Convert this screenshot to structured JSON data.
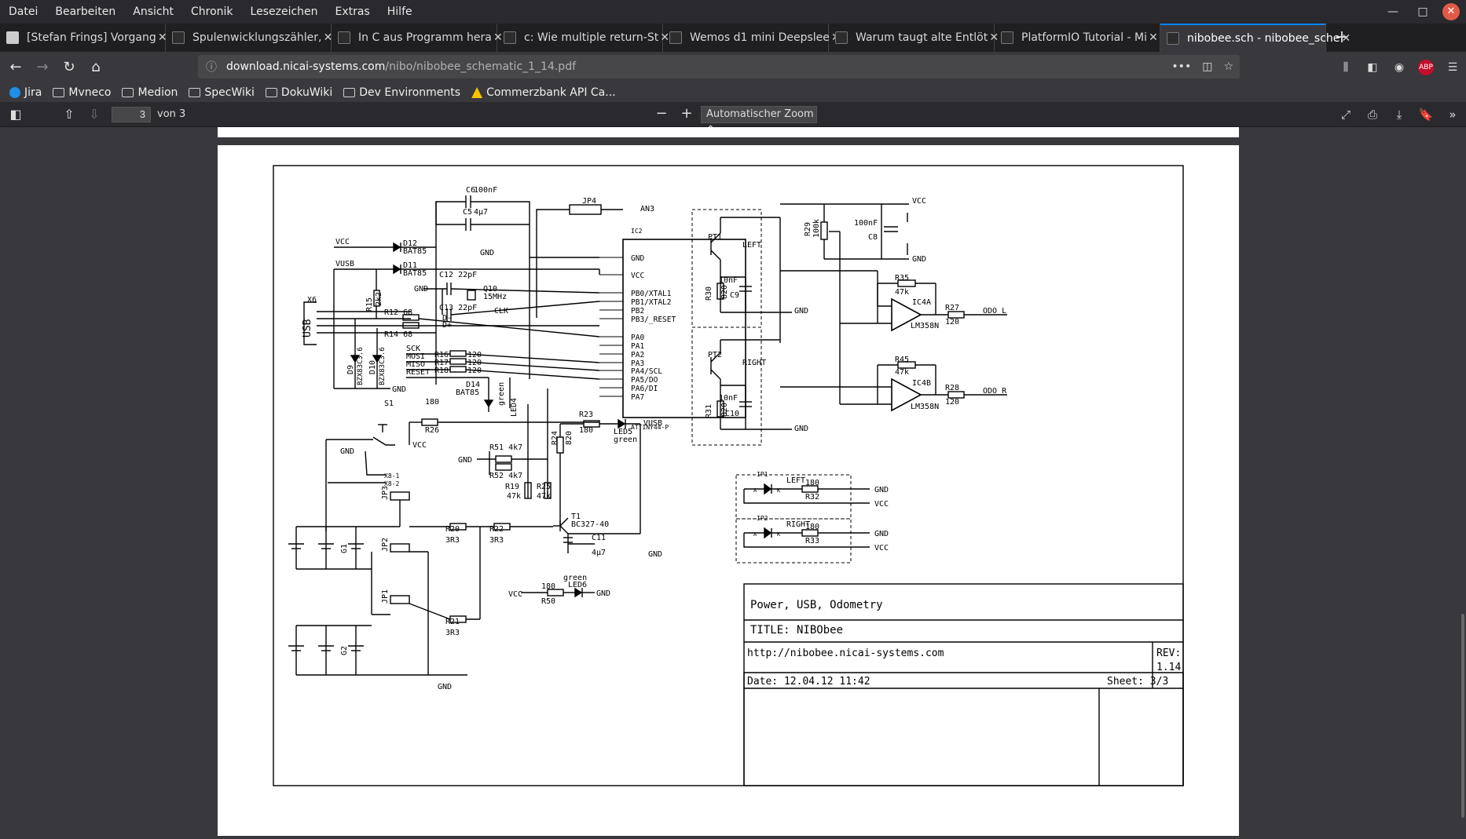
{
  "menubar": {
    "items": [
      "Datei",
      "Bearbeiten",
      "Ansicht",
      "Chronik",
      "Lesezeichen",
      "Extras",
      "Hilfe"
    ]
  },
  "tabs": [
    {
      "title": "[Stefan Frings] Vorgang",
      "fav": "light"
    },
    {
      "title": "Spulenwicklungszähler, ",
      "fav": "dark"
    },
    {
      "title": "In C aus Programm hera",
      "fav": "dark"
    },
    {
      "title": "c: Wie multiple return-St",
      "fav": "dark"
    },
    {
      "title": "Wemos d1 mini Deepslee",
      "fav": "dark"
    },
    {
      "title": "Warum taugt alte Entlöt",
      "fav": "dark"
    },
    {
      "title": "PlatformIO Tutorial - Mi",
      "fav": "dark"
    },
    {
      "title": "nibobee.sch - nibobee_sche",
      "fav": "dark",
      "active": true
    }
  ],
  "url": {
    "host": "download.nicai-systems.com",
    "path": "/nibo/nibobee_schematic_1_14.pdf"
  },
  "bookmarks": [
    "Jira",
    "Mvneco",
    "Medion",
    "SpecWiki",
    "DokuWiki",
    "Dev Environments",
    "Commerzbank API Ca..."
  ],
  "pdf": {
    "page": "3",
    "page_count": "von 3",
    "zoom": "Automatischer Zoom"
  },
  "schematic": {
    "title_block": {
      "description": "Power, USB, Odometry",
      "title": "TITLE: NIBObee",
      "url": "http://nibobee.nicai-systems.com",
      "rev_label": "REV:",
      "rev": "1.14",
      "date": "Date: 12.04.12 11:42",
      "sheet": "Sheet: 3/3"
    },
    "labels": {
      "vcc": "VCC",
      "vusb": "VUSB",
      "gnd": "GND",
      "an3": "AN3",
      "clk": "CLK",
      "odo_l": "ODO_L",
      "odo_r": "ODO_R",
      "left": "LEFT",
      "right": "RIGHT",
      "ic2": "IC2",
      "attiny": "ATTINY44-P",
      "usb": "USB",
      "x6": "X6",
      "d12": "D12",
      "d11": "D11",
      "bat85": "BAT85",
      "d14": "D14",
      "c6": "C6",
      "c6v": "100nF",
      "c5": "C5",
      "c5v": "4µ7",
      "c12": "C12 22pF",
      "c13": "C13 22pF",
      "q10": "Q10",
      "q10v": "15MHz",
      "jp4": "JP4",
      "r15": "R15",
      "r15v": "2k2",
      "r12": "R12 68",
      "r14": "R14 68",
      "dminus": "D-",
      "dplus": "D+",
      "sck": "SCK",
      "mosi": "MOSI",
      "miso": "MISO",
      "reset": "RESET",
      "r16": "R16",
      "r17": "R17",
      "r18": "R18",
      "v120": "120",
      "d9": "D9",
      "d10": "D10",
      "bzx": "BZX83C3.6",
      "green": "green",
      "led4": "LED4",
      "led5": "LED5",
      "led6": "LED6",
      "s1": "S1",
      "r26": "R26",
      "v180": "180",
      "r23": "R23",
      "x81": "X8-1",
      "x82": "X8-2",
      "r51": "R51 4k7",
      "r52": "R52 4k7",
      "r19": "R19",
      "r25": "R25",
      "v47k": "47k",
      "r24": "R24",
      "v820": "820",
      "t1": "T1",
      "bc327": "BC327-40",
      "c11": "C11",
      "c11v": "4µ7",
      "jp1": "JP1",
      "jp2": "JP2",
      "jp3": "JP3",
      "r20": "R20",
      "r21": "R21",
      "r22": "R22",
      "v3r3": "3R3",
      "g1": "G1",
      "g2": "G2",
      "r50": "R50",
      "pt1": "PT1",
      "pt2": "PT2",
      "r30": "R30",
      "r31": "R31",
      "c9": "C9",
      "c10": "C10",
      "v10nf": "10nF",
      "r29": "R29",
      "r29v": "100k",
      "c8": "C8",
      "c8v": "100nF",
      "r35": "R35",
      "r45": "R45",
      "r27": "R27",
      "r28": "R28",
      "ic4a": "IC4A",
      "ic4b": "IC4B",
      "lm358": "LM358N",
      "r32": "R32",
      "r33": "R33",
      "ip1": "IP1",
      "ip2": "IP2",
      "a": "A",
      "k": "K",
      "p_gnd": "GND",
      "p_vcc": "VCC",
      "p_pb0": "PB0/XTAL1",
      "p_pb1": "PB1/XTAL2",
      "p_pb2": "PB2",
      "p_pb3": "PB3/_RESET",
      "p_pa0": "PA0",
      "p_pa1": "PA1",
      "p_pa2": "PA2",
      "p_pa3": "PA3",
      "p_pa4": "PA4/SCL",
      "p_pa5": "PA5/DO",
      "p_pa6": "PA6/DI",
      "p_pa7": "PA7"
    }
  }
}
